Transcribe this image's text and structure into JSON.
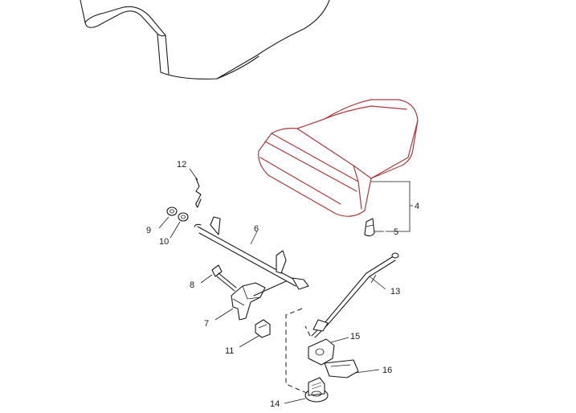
{
  "diagram": {
    "accent_color": "#a83a40",
    "callouts": {
      "c4": "4",
      "c5": "5",
      "c6": "6",
      "c7": "7",
      "c8": "8",
      "c9": "9",
      "c10": "10",
      "c11": "11",
      "c12": "12",
      "c13": "13",
      "c14": "14",
      "c15": "15",
      "c16": "16"
    }
  }
}
